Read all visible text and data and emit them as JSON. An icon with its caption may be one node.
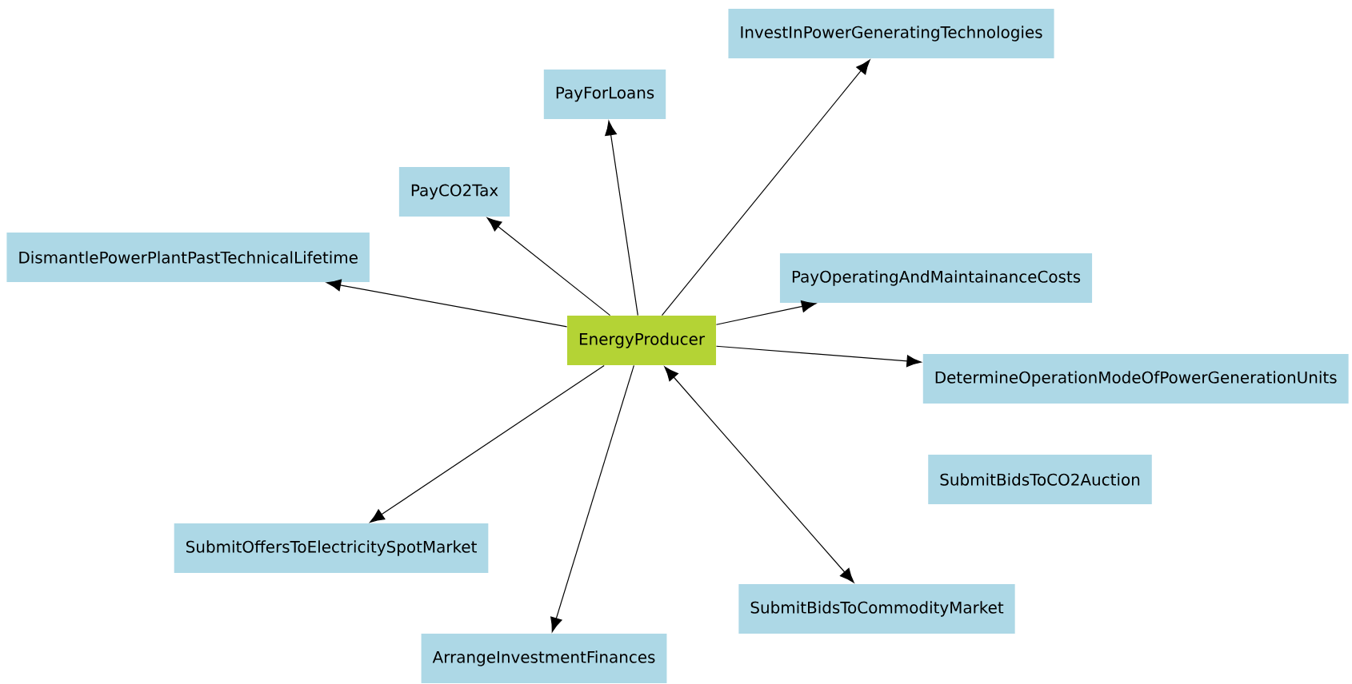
{
  "diagram": {
    "nodes": [
      {
        "text": [
          "EnergyProducer"
        ]
      },
      {
        "text": [
          "InvestInPowerGeneratingTechnologies"
        ]
      },
      {
        "text": [
          "PayForLoans"
        ]
      },
      {
        "text": [
          "PayCO2Tax"
        ]
      },
      {
        "text": [
          "DismantlePowerPlantPastTechnicalLifetime"
        ]
      },
      {
        "text": [
          "PayOperatingAndMaintainanceCosts"
        ]
      },
      {
        "text": [
          "DetermineOperationModeOfPowerGenerationUnits"
        ]
      },
      {
        "text": [
          "SubmitBidsToCO2Auction"
        ]
      },
      {
        "text": [
          "SubmitOffersToElectricitySpotMarket"
        ]
      },
      {
        "text": [
          "SubmitBidsToCommodityMarket"
        ]
      },
      {
        "text": [
          "ArrangeInvestmentFinances"
        ]
      }
    ],
    "edges": [
      {
        "from": 0,
        "to": 1,
        "arrow": "to"
      },
      {
        "from": 0,
        "to": 2,
        "arrow": "to"
      },
      {
        "from": 0,
        "to": 3,
        "arrow": "to"
      },
      {
        "from": 0,
        "to": 4,
        "arrow": "to"
      },
      {
        "from": 0,
        "to": 5,
        "arrow": "to"
      },
      {
        "from": 0,
        "to": 6,
        "arrow": "to"
      },
      {
        "from": 0,
        "to": 8,
        "arrow": "to"
      },
      {
        "from": 0,
        "to": 9,
        "arrow": "both"
      },
      {
        "from": 0,
        "to": 10,
        "arrow": "to"
      }
    ]
  }
}
